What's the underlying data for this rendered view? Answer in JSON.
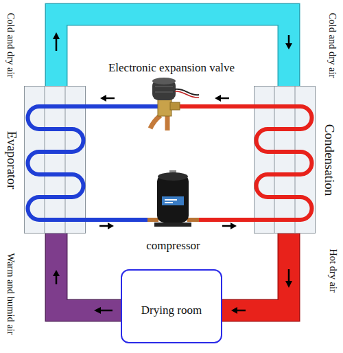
{
  "diagram": {
    "nodes": [
      {
        "text": [
          "Evaporator"
        ]
      },
      {
        "text": [
          "Electronic expansion valve"
        ]
      },
      {
        "text": [
          "Condensation"
        ]
      },
      {
        "text": [
          "compressor"
        ]
      },
      {
        "text": [
          "Drying room"
        ]
      }
    ],
    "edges": [
      {
        "from": 2,
        "to": 1,
        "arrow": "to"
      },
      {
        "from": 1,
        "to": 0,
        "arrow": "to"
      },
      {
        "from": 0,
        "to": 3,
        "arrow": "to"
      },
      {
        "from": 3,
        "to": 2,
        "arrow": "to"
      },
      {
        "from": 0,
        "to": 2,
        "arrow": "to",
        "label": "Cold and dry air"
      },
      {
        "from": 2,
        "to": 4,
        "arrow": "to",
        "label": "Hot dry air"
      },
      {
        "from": 4,
        "to": 0,
        "arrow": "to",
        "label": "Warm and humid air"
      }
    ],
    "labels": [
      "Cold and dry air"
    ]
  }
}
